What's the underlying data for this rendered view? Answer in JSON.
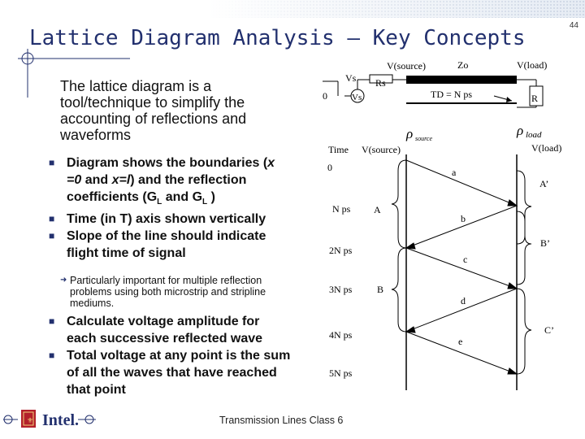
{
  "page_number": "44",
  "title": "Lattice Diagram Analysis – Key Concepts",
  "intro": "The lattice diagram is a tool/technique to simplify the accounting of reflections and waveforms",
  "bullets_top": [
    {
      "parts": [
        "Diagram shows the boundaries (",
        "x =0",
        " and ",
        "x=l",
        ") and the reflection coefficients (G",
        "L",
        " and G",
        "L",
        " )"
      ]
    },
    {
      "text": "Time (in T) axis shown vertically"
    },
    {
      "text": "Slope of the line should indicate flight time of signal"
    }
  ],
  "subnote": "Particularly important for multiple reflection problems using both microstrip and stripline mediums.",
  "bullets_bottom": [
    {
      "text": " Calculate voltage amplitude for each successive reflected wave"
    },
    {
      "text": "Total voltage at any point is the sum of all the waves that have reached that point"
    }
  ],
  "footer": "Transmission Lines  Class  6",
  "logo_text": "Intel.",
  "circuit": {
    "vs_top": "Vs",
    "vs_source": "Vs",
    "zero": "0",
    "rs": "Rs",
    "v_source": "V(source)",
    "zo": "Zo",
    "v_load": "V(load)",
    "td": "TD = N ps",
    "r": "R",
    "rho": "ρ",
    "rho_source_sub": "source",
    "rho_load_sub": "load"
  },
  "lattice": {
    "time_header": "Time",
    "source_header": "V(source)",
    "load_header": "V(load)",
    "times": [
      "0",
      "N ps",
      "2N ps",
      "3N ps",
      "4N ps",
      "5N ps"
    ],
    "wave_labels": [
      "a",
      "b",
      "c",
      "d",
      "e"
    ],
    "source_brace_labels": [
      "A",
      "B"
    ],
    "load_brace_labels": [
      "A’",
      "B’",
      "C’"
    ]
  },
  "colors": {
    "title": "#22306e",
    "accent": "#22306e",
    "text": "#111111"
  }
}
